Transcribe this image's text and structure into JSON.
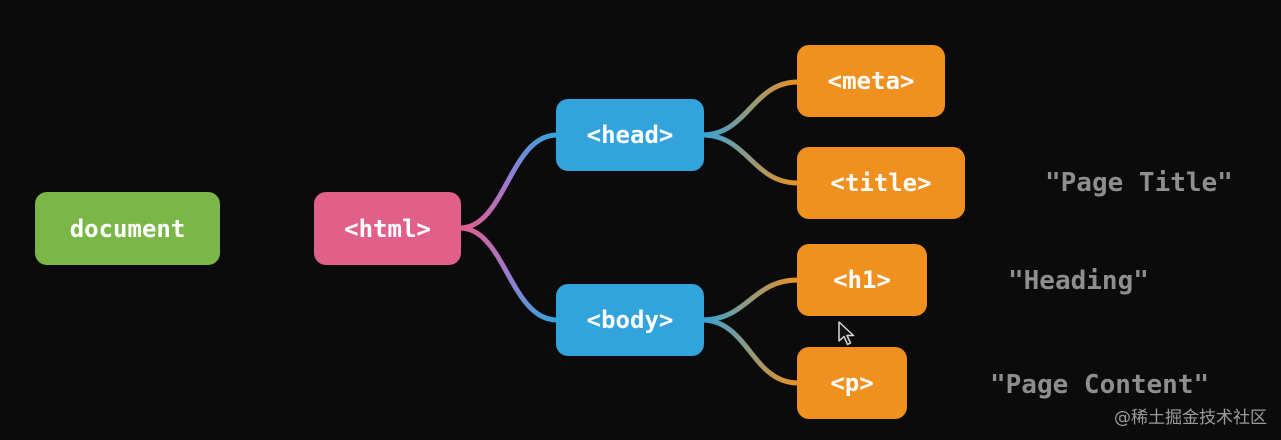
{
  "colors": {
    "document": "#7ab648",
    "html": "#e0608a",
    "head": "#33a3dc",
    "body": "#33a3dc",
    "leaf": "#f0901e",
    "text": "#8e8e8e"
  },
  "nodes": {
    "document": "document",
    "html": "<html>",
    "head": "<head>",
    "body": "<body>",
    "meta": "<meta>",
    "title": "<title>",
    "h1": "<h1>",
    "p": "<p>"
  },
  "text_nodes": {
    "title": "\"Page Title\"",
    "h1": "\"Heading\"",
    "p": "\"Page Content\""
  },
  "watermark": "@稀土掘金技术社区"
}
